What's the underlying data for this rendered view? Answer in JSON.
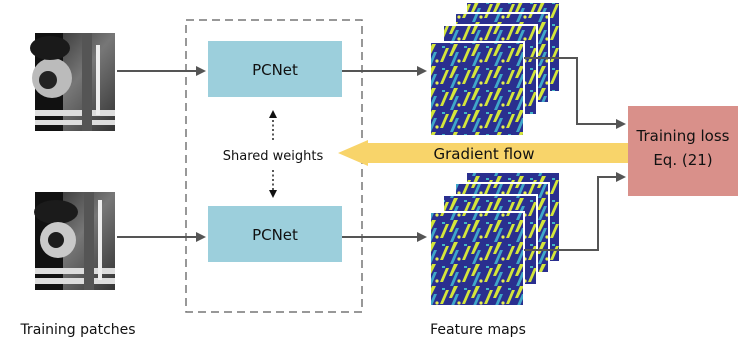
{
  "nodes": {
    "pcnet_top": "PCNet",
    "pcnet_bottom": "PCNet",
    "shared_weights": "Shared weights",
    "gradient_flow": "Gradient flow",
    "loss_line1": "Training loss",
    "loss_line2": "Eq. (21)"
  },
  "captions": {
    "training_patches": "Training patches",
    "feature_maps": "Feature maps"
  },
  "colors": {
    "pcnet_fill": "#9ccfdc",
    "loss_fill": "#d9908a",
    "gradient_fill": "#f8d46a",
    "arrow": "#555555",
    "dashed_border": "#777777",
    "featuremap_dark": "#2a2f8f",
    "featuremap_bright": "#d4e63a"
  }
}
